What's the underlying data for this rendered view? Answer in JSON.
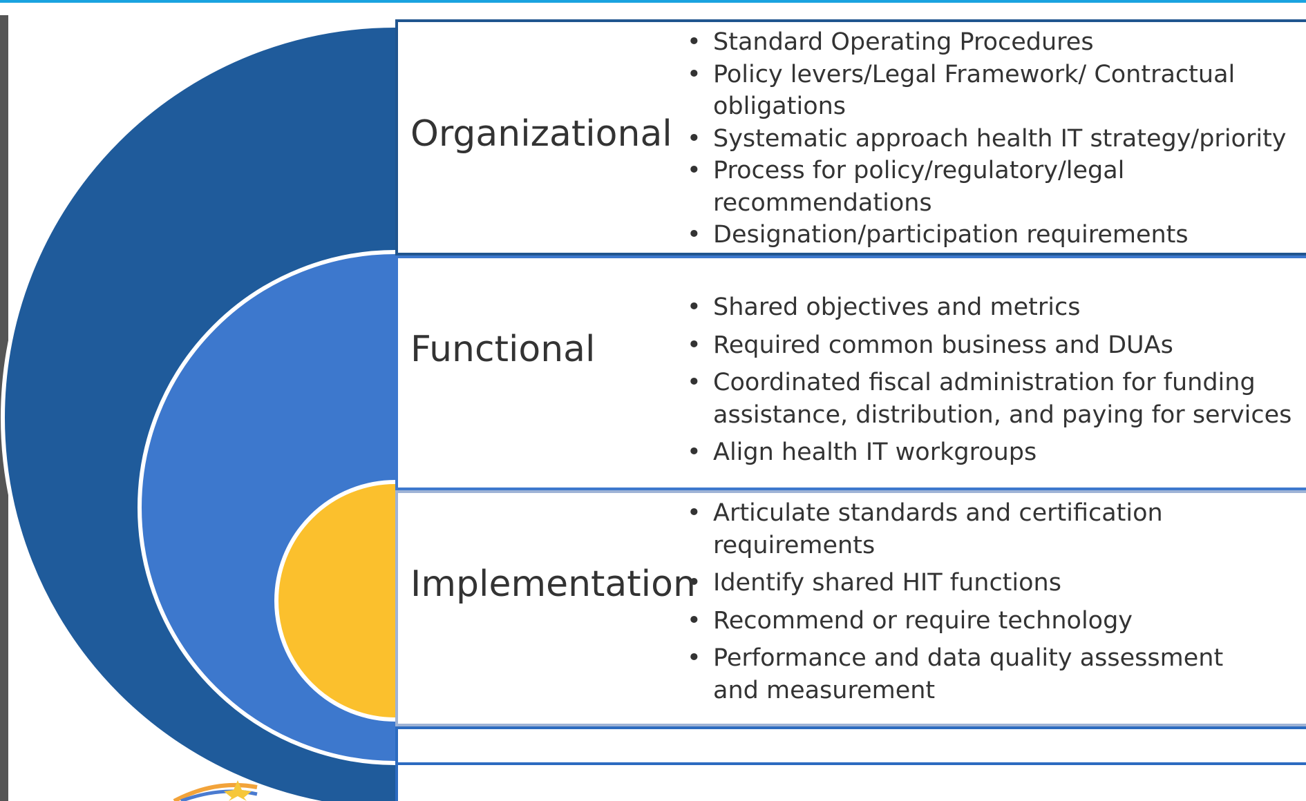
{
  "colors": {
    "top_rule": "#1aa3e0",
    "outer_ring": "#1f5b9b",
    "middle_ring": "#3d78cd",
    "inner_core": "#fbc02d",
    "panel_org_border": "#20558f",
    "panel_func_border": "#3d78cd",
    "panel_impl_border": "#9eb3d6",
    "text": "#333333"
  },
  "layers": [
    {
      "label": "Organizational",
      "bullets": [
        "Standard Operating Procedures",
        "Policy levers/Legal Framework/ Contractual obligations",
        "Systematic approach health IT strategy/priority",
        "Process for policy/regulatory/legal recommendations",
        "Designation/participation requirements"
      ]
    },
    {
      "label": "Functional",
      "bullets": [
        "Shared objectives and metrics",
        "Required common business and DUAs",
        "Coordinated fiscal administration for funding assistance, distribution, and paying for services",
        "Align health IT workgroups"
      ]
    },
    {
      "label": "Implementation",
      "bullets": [
        "Articulate standards and certification requirements",
        "Identify shared HIT functions",
        "Recommend or require technology",
        "Performance and data quality assessment and  measurement"
      ]
    }
  ],
  "decor": {
    "logo_icon": "star-swoosh-logo"
  }
}
